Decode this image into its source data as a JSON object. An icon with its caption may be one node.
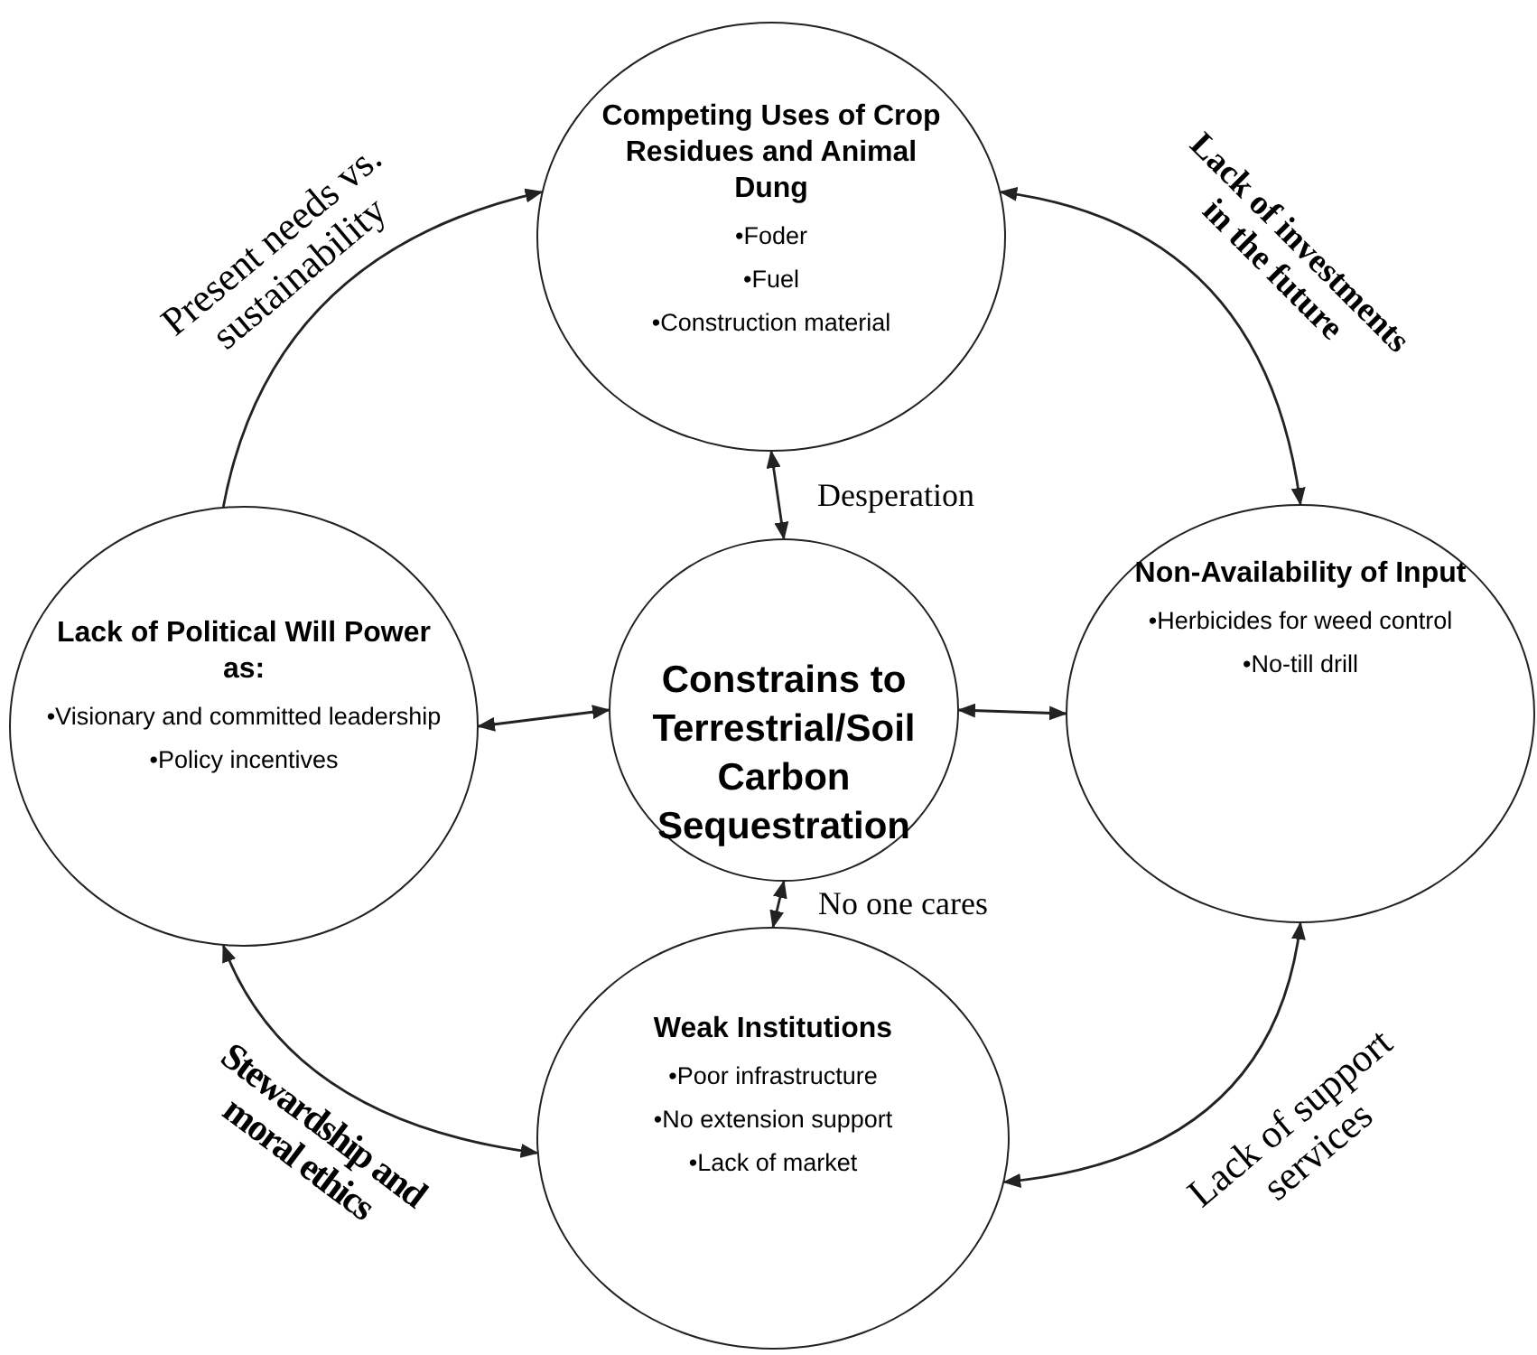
{
  "diagram": {
    "nodes": [
      {
        "text": [
          "Competing Uses of Crop Residues and Animal Dung",
          "•Foder",
          "•Fuel",
          "•Construction material"
        ]
      },
      {
        "text": [
          "Lack of Political Will Power as:",
          "•Visionary and committed leadership",
          "•Policy incentives"
        ]
      },
      {
        "text": [
          "Constrains to Terrestrial/Soil Carbon Sequestration"
        ]
      },
      {
        "text": [
          "Non-Availability of Input",
          "•Herbicides for weed control",
          "•No-till drill"
        ]
      },
      {
        "text": [
          "Weak Institutions",
          "•Poor infrastructure",
          "•No extension support",
          "•Lack of market"
        ]
      }
    ],
    "edges": [
      {
        "from": 1,
        "to": 0,
        "arrow": "to",
        "label": "Present needs vs. sustainability"
      },
      {
        "from": 0,
        "to": 3,
        "arrow": "both",
        "label": "Lack of investments in the future"
      },
      {
        "from": 3,
        "to": 4,
        "arrow": "both",
        "label": "Lack of support services"
      },
      {
        "from": 1,
        "to": 4,
        "arrow": "both",
        "label": "Stewardship and moral ethics"
      },
      {
        "from": 2,
        "to": 0,
        "arrow": "both",
        "label": "Desperation"
      },
      {
        "from": 2,
        "to": 4,
        "arrow": "both",
        "label": "No one cares"
      },
      {
        "from": 2,
        "to": 1,
        "arrow": "both"
      },
      {
        "from": 2,
        "to": 3,
        "arrow": "both"
      }
    ]
  }
}
